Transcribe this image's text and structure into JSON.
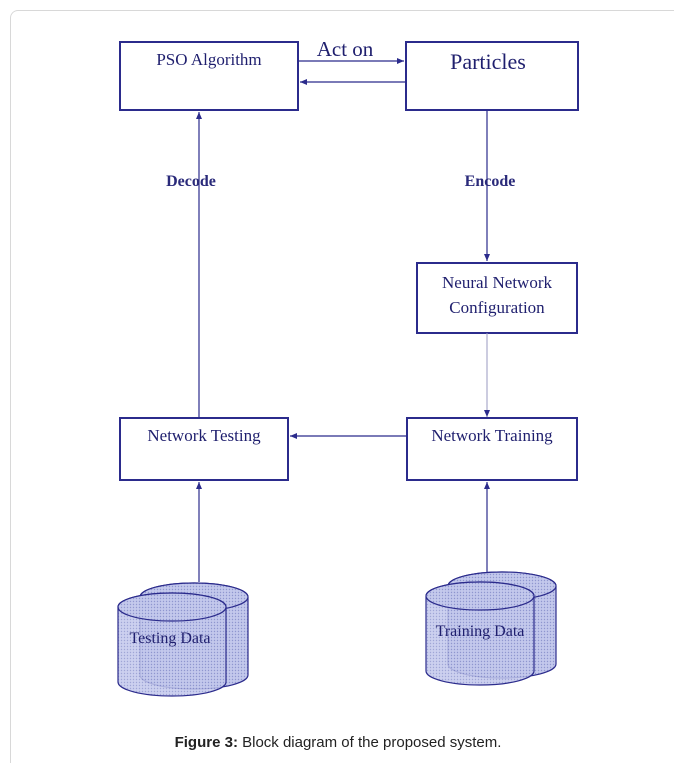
{
  "diagram": {
    "nodes": {
      "pso": "PSO Algorithm",
      "particles": "Particles",
      "nn_config_line1": "Neural Network",
      "nn_config_line2": "Configuration",
      "net_testing": "Network Testing",
      "net_training": "Network Training",
      "testing_data": "Testing Data",
      "training_data": "Training Data"
    },
    "edges": {
      "act_on": "Act on",
      "decode": "Decode",
      "encode": "Encode"
    }
  },
  "caption": {
    "label": "Figure 3:",
    "text": " Block diagram of the proposed system."
  },
  "colors": {
    "stroke": "#2b2b8c",
    "cylinder_fill": "#b9bfe6"
  }
}
